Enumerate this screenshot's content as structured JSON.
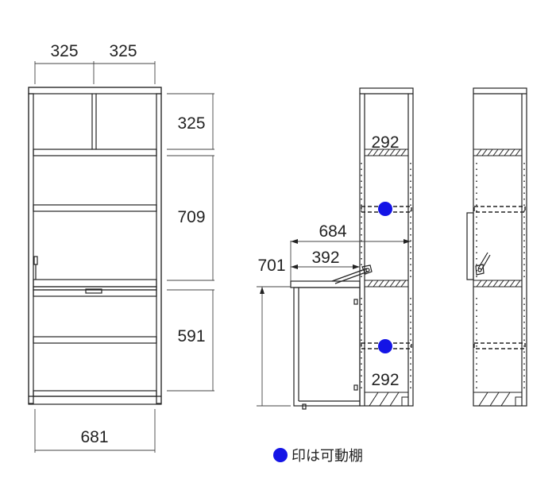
{
  "front_view": {
    "top_left_width": "325",
    "top_right_width": "325",
    "top_section_height": "325",
    "middle_section_height": "709",
    "bottom_section_height": "591",
    "total_width": "681"
  },
  "side_view": {
    "depth_top": "292",
    "depth_open": "684",
    "depth_desk": "392",
    "desk_height": "701",
    "depth_bottom": "292"
  },
  "legend": {
    "dot_color": "#1414e6",
    "text": "印は可動棚"
  },
  "colors": {
    "line": "#222222",
    "marker": "#1414e6"
  }
}
